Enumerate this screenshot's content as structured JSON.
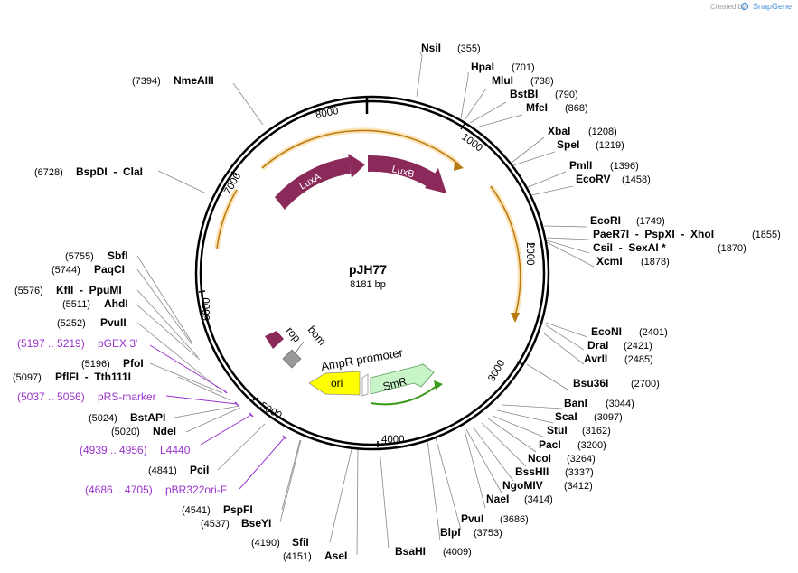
{
  "plasmid": {
    "name": "pJH77",
    "length_label": "8181 bp"
  },
  "credit": {
    "created_by": "Created by",
    "brand": "SnapGene"
  },
  "ticks": [
    {
      "label": "1000"
    },
    {
      "label": "2000"
    },
    {
      "label": "3000"
    },
    {
      "label": "4000"
    },
    {
      "label": "5000"
    },
    {
      "label": "6000"
    },
    {
      "label": "7000"
    },
    {
      "label": "8000"
    }
  ],
  "features": {
    "luxA": "LuxA",
    "luxB": "LuxB",
    "rop": "rop",
    "bom": "bom",
    "ampr_promoter": "AmpR promoter",
    "ori": "ori",
    "smr": "SmR"
  },
  "enzymes_right": [
    {
      "name": "NsiI",
      "pos": "(355)"
    },
    {
      "name": "HpaI",
      "pos": "(701)"
    },
    {
      "name": "MluI",
      "pos": "(738)"
    },
    {
      "name": "BstBI",
      "pos": "(790)"
    },
    {
      "name": "MfeI",
      "pos": "(868)"
    },
    {
      "name": "XbaI",
      "pos": "(1208)"
    },
    {
      "name": "SpeI",
      "pos": "(1219)"
    },
    {
      "name": "PmlI",
      "pos": "(1396)"
    },
    {
      "name": "EcoRV",
      "pos": "(1458)"
    },
    {
      "name": "EcoRI",
      "pos": "(1749)"
    },
    {
      "name": "PaeR7I  -  PspXI  -  XhoI",
      "pos": "(1855)"
    },
    {
      "name": "CsiI  -  SexAI *",
      "pos": "(1870)"
    },
    {
      "name": "XcmI",
      "pos": "(1878)"
    },
    {
      "name": "EcoNI",
      "pos": "(2401)"
    },
    {
      "name": "DraI",
      "pos": "(2421)"
    },
    {
      "name": "AvrII",
      "pos": "(2485)"
    },
    {
      "name": "Bsu36I",
      "pos": "(2700)"
    },
    {
      "name": "BanI",
      "pos": "(3044)"
    },
    {
      "name": "ScaI",
      "pos": "(3097)"
    },
    {
      "name": "StuI",
      "pos": "(3162)"
    },
    {
      "name": "PacI",
      "pos": "(3200)"
    },
    {
      "name": "NcoI",
      "pos": "(3264)"
    },
    {
      "name": "BssHII",
      "pos": "(3337)"
    },
    {
      "name": "NgoMIV",
      "pos": "(3412)"
    },
    {
      "name": "NaeI",
      "pos": "(3414)"
    },
    {
      "name": "PvuI",
      "pos": "(3686)"
    },
    {
      "name": "BlpI",
      "pos": "(3753)"
    },
    {
      "name": "BsaHI",
      "pos": "(4009)"
    }
  ],
  "enzymes_left": [
    {
      "name": "NmeAIII",
      "pos": "(7394)"
    },
    {
      "name": "BspDI  -  ClaI",
      "pos": "(6728)"
    },
    {
      "name": "SbfI",
      "pos": "(5755)"
    },
    {
      "name": "PaqCI",
      "pos": "(5744)"
    },
    {
      "name": "KflI  -  PpuMI",
      "pos": "(5576)"
    },
    {
      "name": "AhdI",
      "pos": "(5511)"
    },
    {
      "name": "PvuII",
      "pos": "(5252)"
    },
    {
      "name": "PfoI",
      "pos": "(5196)"
    },
    {
      "name": "PflFI  -  Tth111I",
      "pos": "(5097)"
    },
    {
      "name": "BstAPI",
      "pos": "(5024)"
    },
    {
      "name": "NdeI",
      "pos": "(5020)"
    },
    {
      "name": "PciI",
      "pos": "(4841)"
    },
    {
      "name": "PspFI",
      "pos": "(4541)"
    },
    {
      "name": "BseYI",
      "pos": "(4537)"
    },
    {
      "name": "SfiI",
      "pos": "(4190)"
    },
    {
      "name": "AseI",
      "pos": "(4151)"
    }
  ],
  "primers": [
    {
      "range": "(5197 .. 5219)",
      "name": "pGEX 3'"
    },
    {
      "range": "(5037 .. 5056)",
      "name": "pRS-marker"
    },
    {
      "range": "(4939 .. 4956)",
      "name": "L4440"
    },
    {
      "range": "(4686 .. 4705)",
      "name": "pBR322ori-F"
    }
  ],
  "colors": {
    "backbone": "#000000",
    "lux": "#8b2a5a",
    "orf_arrow": "#f0a030",
    "ori": "#ffff00",
    "smr": "#c8f5c8",
    "smr_orf": "#3a9a1a",
    "bom": "#999999",
    "primer": "#9933cc",
    "callout": "#888888"
  }
}
